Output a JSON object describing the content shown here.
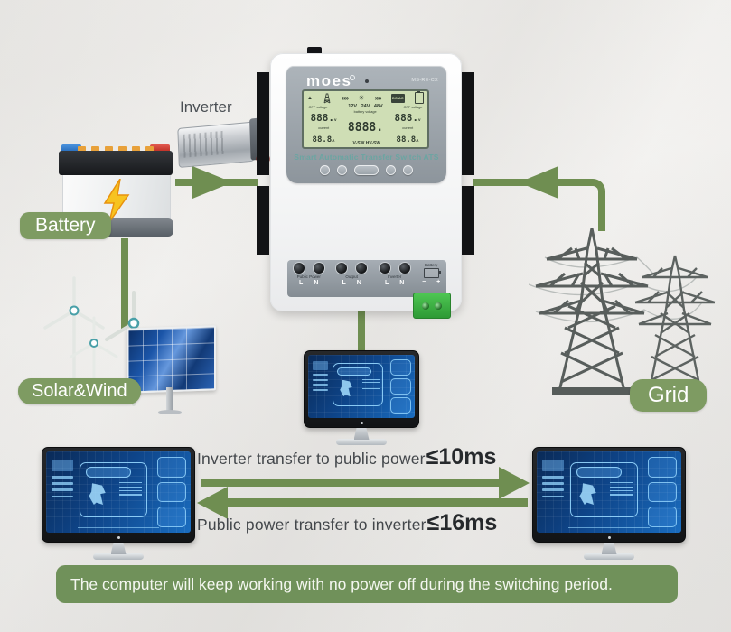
{
  "device": {
    "brand": "moes",
    "model": "MS-RE-CX",
    "title": "Smart Automatic Transfer Switch ATS",
    "lcd": {
      "left_header": "OFF voltage",
      "right_header": "OFF voltage",
      "voltage_options": "12V 24V 48V",
      "ac_dc_label": "DC/AC",
      "left_voltage": "888.",
      "right_voltage": "888.",
      "volt_unit": "v",
      "battery_voltage_label": "battery voltage",
      "battery_voltage": "8888.",
      "current_label": "current",
      "left_current": "88.8",
      "right_current": "88.8",
      "amp_unit": "A",
      "switch_labels": "LV-SW HV-SW"
    },
    "terminals": {
      "groups": [
        {
          "label": "Public Power",
          "pins": [
            "L",
            "N"
          ]
        },
        {
          "label": "Output",
          "pins": [
            "L",
            "N"
          ]
        },
        {
          "label": "Inverter",
          "pins": [
            "L",
            "N"
          ]
        },
        {
          "label": "Battery",
          "pins": [
            "−",
            "+"
          ]
        }
      ]
    }
  },
  "labels": {
    "inverter": "Inverter",
    "battery": "Battery",
    "solar_wind": "Solar&Wind",
    "grid": "Grid"
  },
  "transfer": {
    "to_public": {
      "text": "Inverter transfer to public power",
      "value": "≤10ms"
    },
    "to_inverter": {
      "text": "Public power transfer to inverter",
      "value": "≤16ms"
    }
  },
  "banner": {
    "text": "The computer will keep working with no power off during the switching period."
  },
  "colors": {
    "connector_green": "#6f8e51",
    "pill_green": "#7e9b62",
    "banner_green": "#70915a",
    "lcd_green": "#cfdeb5",
    "screen_blue": "#0e4488",
    "battery_bolt_yellow": "#f7c320"
  }
}
